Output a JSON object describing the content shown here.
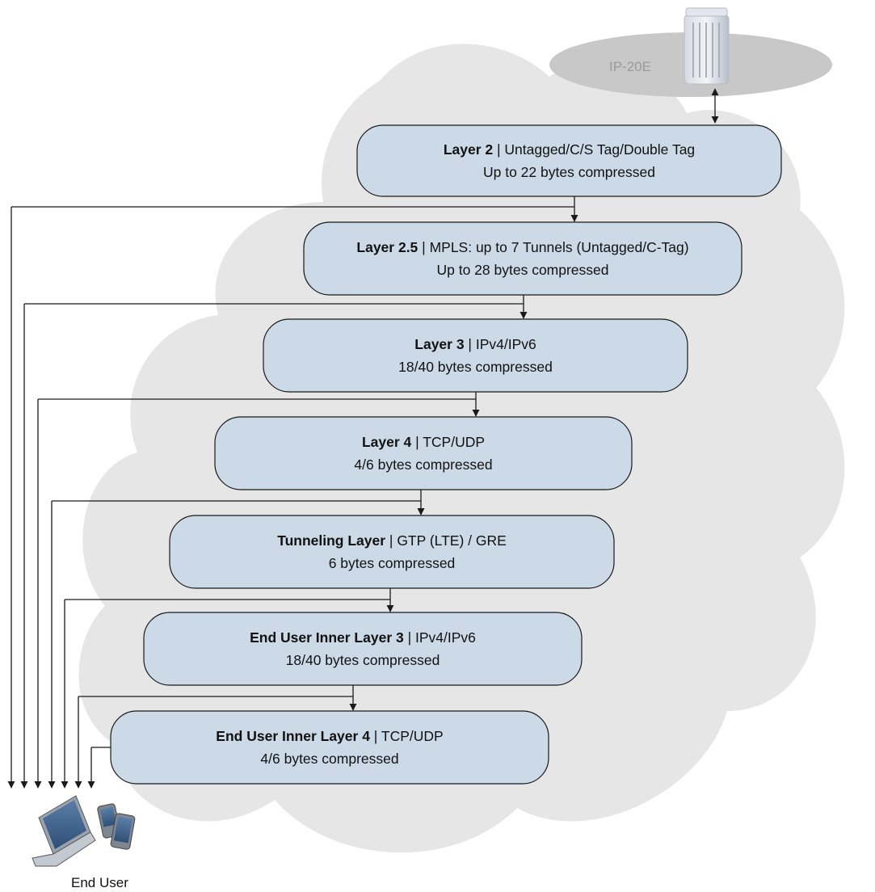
{
  "device": {
    "label": "IP-20E"
  },
  "layers": [
    {
      "title": "Layer 2",
      "detail": " | Untagged/C/S Tag/Double Tag",
      "compression": "Up to 22 bytes compressed"
    },
    {
      "title": "Layer 2.5",
      "detail": " | MPLS: up to 7 Tunnels (Untagged/C-Tag)",
      "compression": "Up to 28 bytes compressed"
    },
    {
      "title": "Layer 3",
      "detail": " | IPv4/IPv6",
      "compression": "18/40 bytes compressed"
    },
    {
      "title": "Layer 4",
      "detail": " | TCP/UDP",
      "compression": "4/6 bytes compressed"
    },
    {
      "title": "Tunneling Layer",
      "detail": " | GTP (LTE) / GRE",
      "compression": "6 bytes compressed"
    },
    {
      "title": "End User Inner Layer 3",
      "detail": " | IPv4/IPv6",
      "compression": "18/40 bytes compressed"
    },
    {
      "title": "End User Inner Layer 4",
      "detail": " | TCP/UDP",
      "compression": "4/6 bytes compressed"
    }
  ],
  "end_user": {
    "label": "End User"
  },
  "colors": {
    "cloud": "#e6e6e6",
    "box_fill": "#ccdae8",
    "box_stroke": "#1a1a1a",
    "device_ellipse": "#c8c8c8",
    "connector": "#1a1a1a"
  }
}
